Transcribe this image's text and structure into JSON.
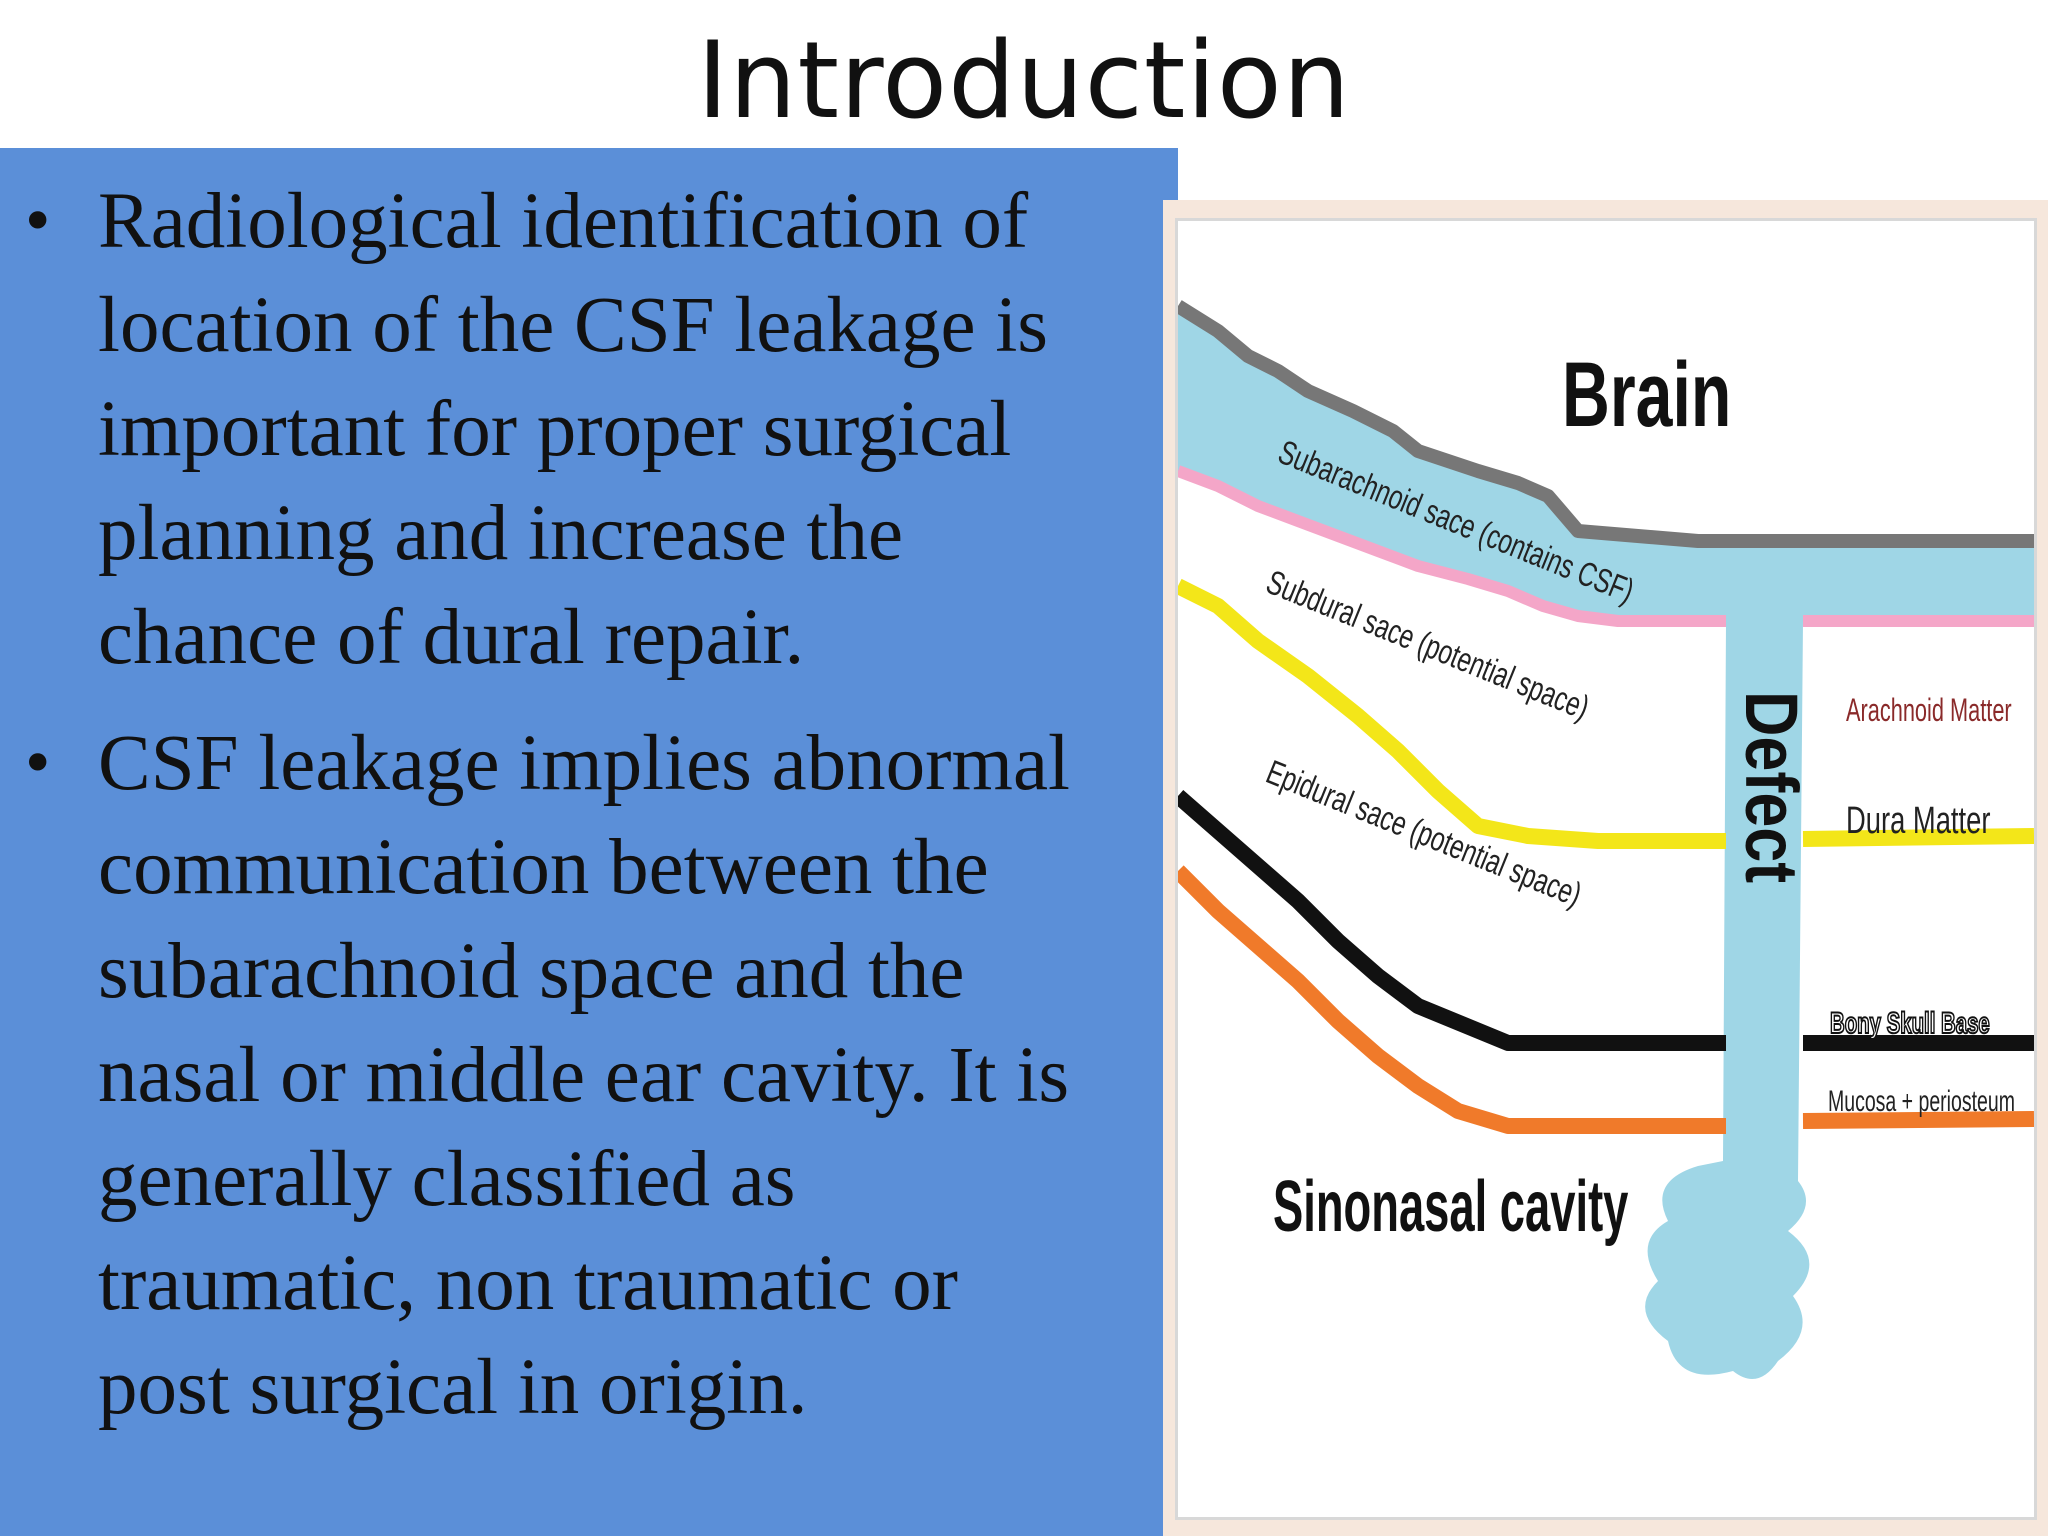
{
  "slide": {
    "title": "Introduction",
    "bullets": [
      "Radiological identification of location of the CSF leakage is important for proper surgical planning and increase the chance of dural repair.",
      "CSF leakage implies abnormal communication between the subarachnoid space and the nasal or middle ear cavity. It is generally classified as traumatic, non traumatic or post surgical in origin."
    ],
    "bullet_lines": [
      [
        "Radiological identification of",
        "location of the CSF leakage is",
        "important for proper surgical",
        "planning and increase the",
        "chance of dural repair."
      ],
      [
        "CSF leakage implies abnormal",
        "communication between the",
        "subarachnoid space and the",
        "nasal or middle ear cavity. It is",
        "generally classified as",
        "traumatic, non traumatic or",
        "post surgical in origin."
      ]
    ]
  },
  "diagram": {
    "labels": {
      "brain": "Brain",
      "subarachnoid": "Subarachnoid sace (contains CSF)",
      "subdural": "Subdural sace (potential space)",
      "epidural": "Epidural sace (potential space)",
      "defect": "Defect",
      "arachnoid": "Arachnoid Matter",
      "dura": "Dura Matter",
      "bony": "Bony Skull Base",
      "mucosa": "Mucosa + periosteum",
      "sinonasal": "Sinonasal cavity"
    },
    "colors": {
      "panel_bg": "#5b8fd8",
      "csf": "#9fd6e6",
      "brain_surface": "#777777",
      "arachnoid": "#f4a6c8",
      "dura": "#f3e619",
      "bone": "#111111",
      "mucosa": "#f07a2a"
    }
  }
}
